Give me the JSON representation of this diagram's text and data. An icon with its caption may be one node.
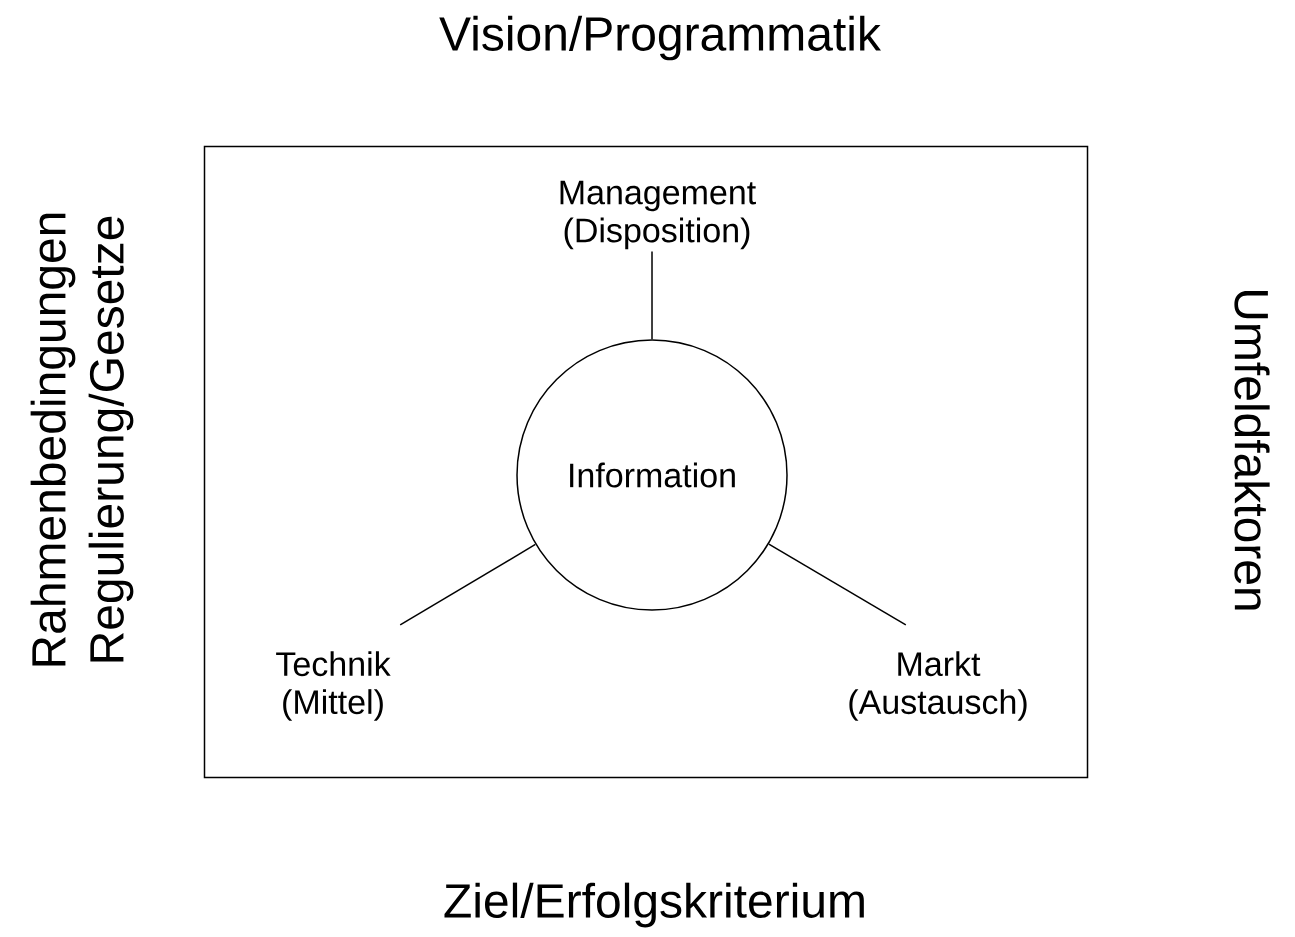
{
  "diagram": {
    "title": "Vision/Programmatik",
    "nodes": [
      {
        "text": [],
        "shape": "box"
      },
      {
        "text": [
          "Management (Disposition)"
        ],
        "in": 0
      },
      {
        "text": [
          "Information"
        ],
        "in": 0
      },
      {
        "text": [
          "Technik (Mittel)"
        ],
        "in": 0
      },
      {
        "text": [
          "Markt (Austausch)"
        ],
        "in": 0
      }
    ],
    "edges": [
      {
        "from": 2,
        "to": 1,
        "arrow": "none"
      },
      {
        "from": 2,
        "to": 3,
        "arrow": "none"
      },
      {
        "from": 2,
        "to": 4,
        "arrow": "none"
      }
    ],
    "labels": [
      "Rahmenbedingungen Regulierung/Gesetze",
      "Umfeldfaktoren",
      "Ziel/Erfolgskriterium"
    ]
  }
}
